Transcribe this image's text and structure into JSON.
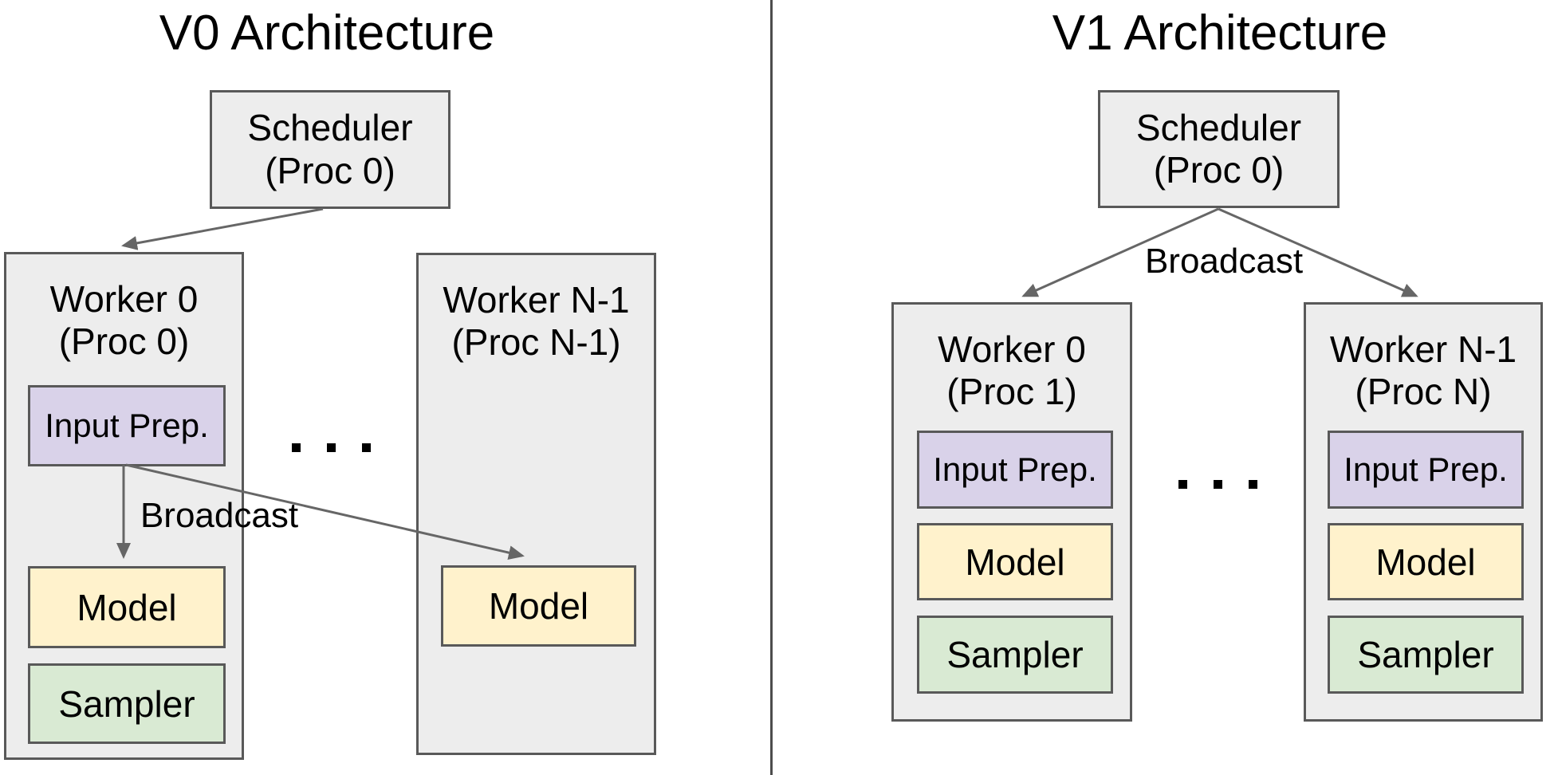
{
  "colors": {
    "box_fill_gray": "#ededed",
    "fill_purple": "#d9d2e9",
    "fill_yellow": "#fff2cc",
    "fill_green": "#d9ead3",
    "border_dark": "#595959",
    "line_gray": "#666666",
    "divider_color": "#4d4d4d",
    "text_color": "#000000"
  },
  "icons": {
    "ellipsis": "three-square-dots"
  },
  "panels": [
    {
      "title": "V0 Architecture",
      "scheduler": {
        "name": "Scheduler",
        "proc": "(Proc 0)"
      },
      "broadcast_label": "Broadcast",
      "ellipsis": ". . .",
      "workers": [
        {
          "name": "Worker 0",
          "proc": "(Proc 0)",
          "components": [
            {
              "label": "Input Prep."
            },
            {
              "label": "Model"
            },
            {
              "label": "Sampler"
            }
          ]
        },
        {
          "name": "Worker N-1",
          "proc": "(Proc N-1)",
          "components": [
            {
              "label": "Model"
            }
          ]
        }
      ]
    },
    {
      "title": "V1 Architecture",
      "scheduler": {
        "name": "Scheduler",
        "proc": "(Proc 0)"
      },
      "broadcast_label": "Broadcast",
      "ellipsis": ". . .",
      "workers": [
        {
          "name": "Worker 0",
          "proc": "(Proc 1)",
          "components": [
            {
              "label": "Input Prep."
            },
            {
              "label": "Model"
            },
            {
              "label": "Sampler"
            }
          ]
        },
        {
          "name": "Worker N-1",
          "proc": "(Proc N)",
          "components": [
            {
              "label": "Input Prep."
            },
            {
              "label": "Model"
            },
            {
              "label": "Sampler"
            }
          ]
        }
      ]
    }
  ]
}
